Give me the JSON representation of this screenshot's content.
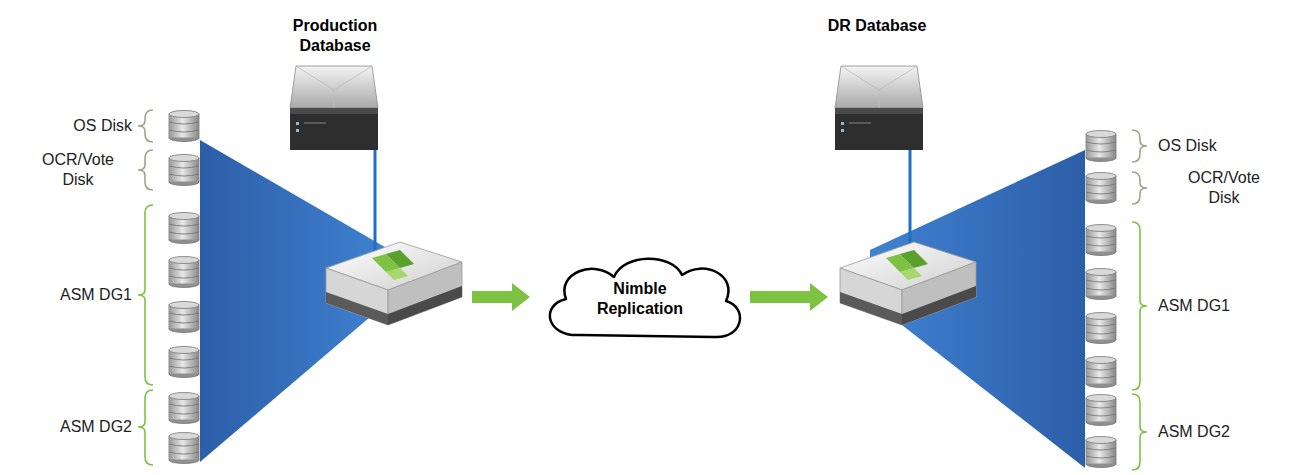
{
  "diagram": {
    "nodes": [
      {
        "text": [
          "Production Database"
        ]
      },
      {
        "text": [
          "Nimble Replication"
        ]
      },
      {
        "text": [
          "DR Database"
        ]
      }
    ],
    "edges": [
      {
        "from": 0,
        "to": 1,
        "arrow": "to"
      },
      {
        "from": 1,
        "to": 2,
        "arrow": "to"
      }
    ],
    "labels": [
      "OS Disk",
      "OCR/Vote Disk",
      "ASM DG1",
      "ASM DG2",
      "OS Disk",
      "OCR/Vote Disk",
      "ASM DG1",
      "ASM DG2"
    ]
  }
}
